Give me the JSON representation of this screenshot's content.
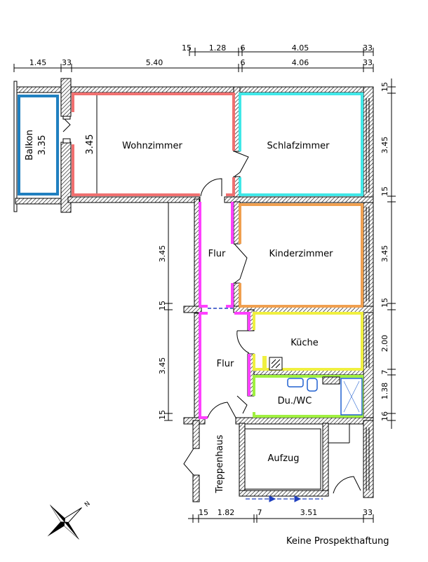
{
  "rooms": {
    "balkon": "Balkon",
    "balkon_dim": "3.35",
    "wohnzimmer": "Wohnzimmer",
    "wohnzimmer_dim": "3.45",
    "schlafzimmer": "Schlafzimmer",
    "kinderzimmer": "Kinderzimmer",
    "flur_upper": "Flur",
    "flur_lower": "Flur",
    "kueche": "Küche",
    "du_wc": "Du./WC",
    "aufzug": "Aufzug",
    "treppenhaus": "Treppenhaus"
  },
  "dims_top": {
    "upper": [
      "15",
      "1.28",
      "6",
      "4.05",
      "33"
    ],
    "lower": [
      "1.45",
      "33",
      "5.40",
      "6",
      "4.06",
      "33"
    ]
  },
  "dims_right": [
    "15",
    "3.45",
    "15",
    "3.45",
    "15",
    "2.00",
    "7",
    "1.38",
    "16"
  ],
  "dims_left": [
    "3.45",
    "15",
    "3.45",
    "15"
  ],
  "dims_bottom": [
    "15",
    "1.82",
    "7",
    "3.51",
    "33"
  ],
  "disclaimer": "Keine Prospekthaftung",
  "colors": {
    "wohnzimmer": "#f07070",
    "schlafzimmer": "#40e8e8",
    "kinderzimmer": "#f0a050",
    "flur": "#ff40ff",
    "kueche": "#f0f040",
    "du_wc": "#a0f040",
    "balkon": "#2080c0",
    "sanitary": "#2060d0"
  }
}
